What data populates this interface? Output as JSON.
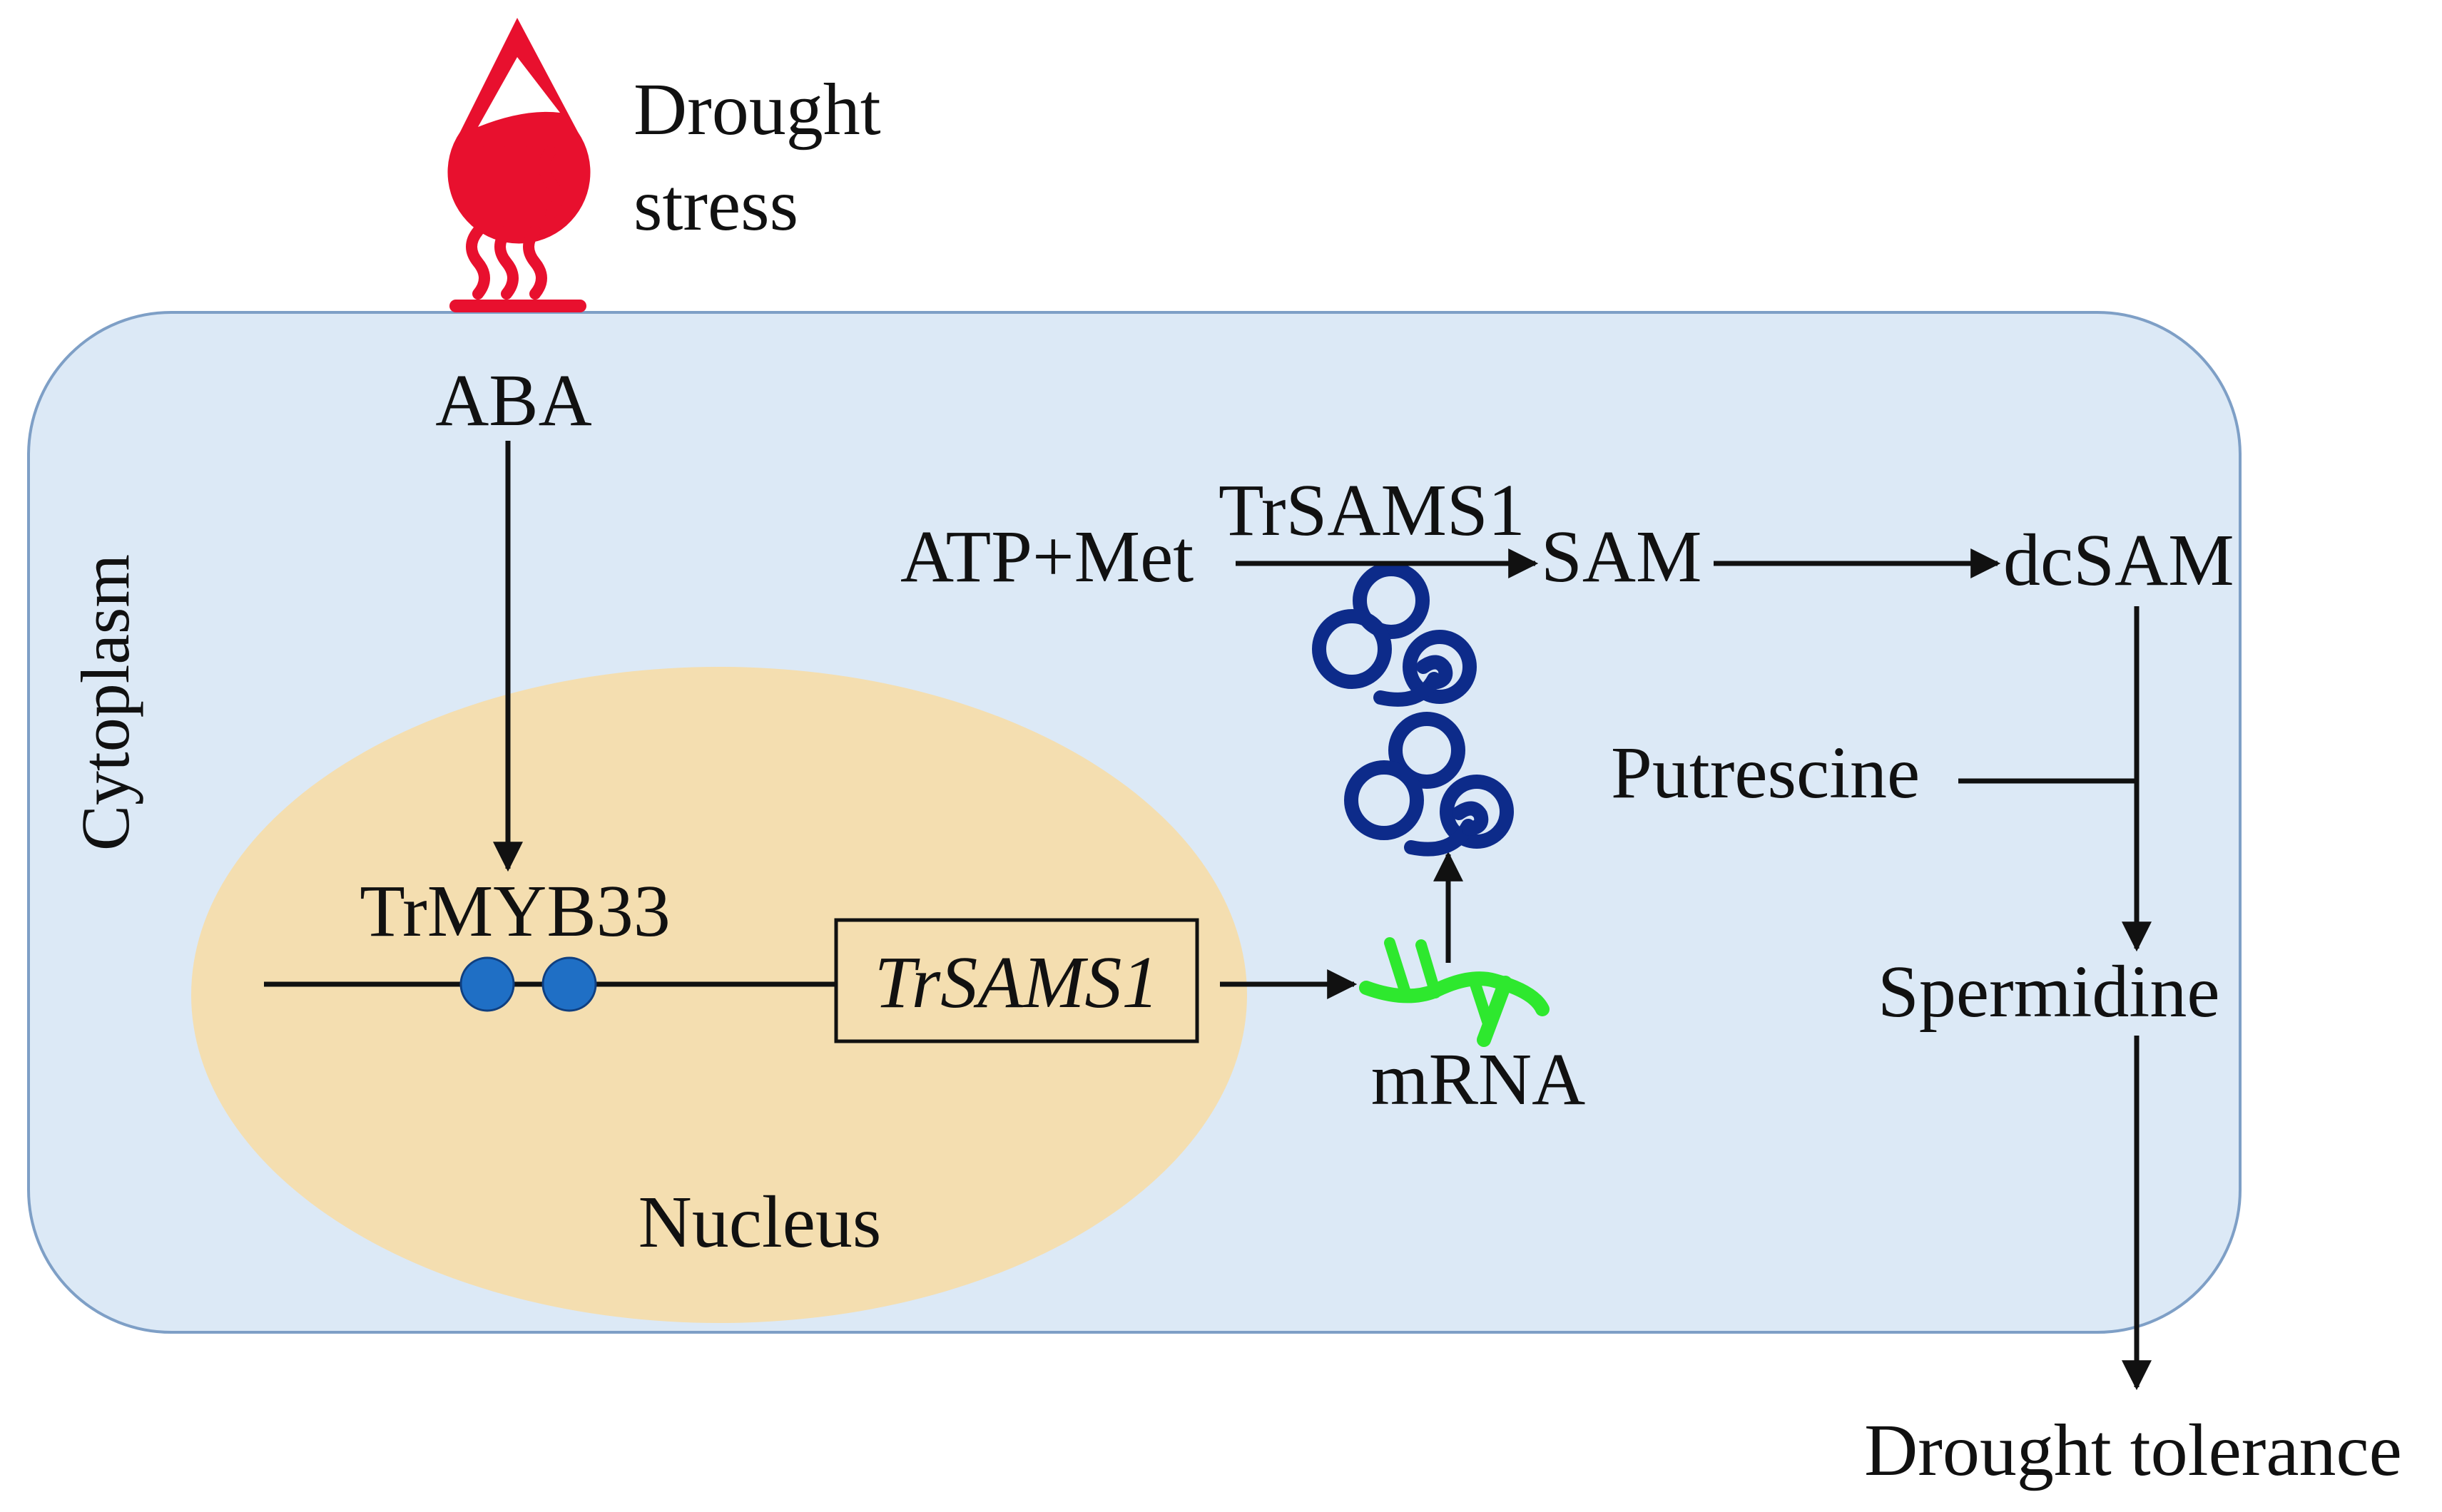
{
  "labels": {
    "drought_stress_line1": "Drought",
    "drought_stress_line2": "stress",
    "aba": "ABA",
    "cytoplasm": "Cytoplasm",
    "trmyb33": "TrMYB33",
    "gene": "TrSAMS1",
    "nucleus": "Nucleus",
    "atp_met": "ATP+Met",
    "enzyme": "TrSAMS1",
    "sam": "SAM",
    "dcsam": "dcSAM",
    "putrescine": "Putrescine",
    "spermidine": "Spermidine",
    "mrna": "mRNA",
    "drought_tolerance": "Drought tolerance"
  },
  "colors": {
    "cell_fill": "#dce9f6",
    "cell_stroke": "#7e9fc6",
    "nucleus_fill": "#f4deb0",
    "stress_red": "#e8102e",
    "binding_site_blue": "#1f6fc5",
    "protein_navy": "#0d2b8a",
    "mrna_green": "#2ee82e"
  },
  "icons": [
    "drought-drop-icon",
    "binding-site-icon",
    "protein-icon",
    "mrna-icon"
  ]
}
